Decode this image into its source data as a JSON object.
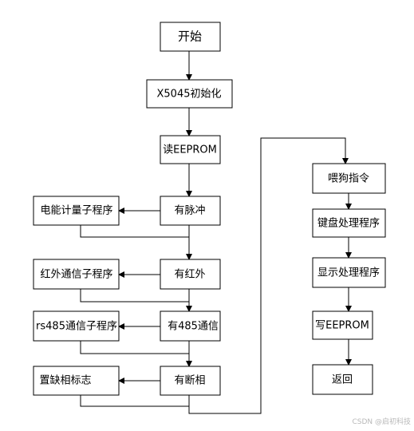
{
  "nodes": {
    "start": "开始",
    "init": "X5045初始化",
    "read_eeprom": "读EEPROM",
    "has_pulse": "有脉冲",
    "energy_metering": "电能计量子程序",
    "has_infrared": "有红外",
    "infrared_comm": "红外通信子程序",
    "has_rs485": "有485通信",
    "rs485_comm": "rs485通信子程序",
    "phase_loss": "有断相",
    "set_phase_flag": "置缺相标志",
    "watchdog": "喂狗指令",
    "keyboard": "键盘处理程序",
    "display": "显示处理程序",
    "write_eeprom": "写EEPROM",
    "return": "返回"
  },
  "watermark": "CSDN @启初科技"
}
